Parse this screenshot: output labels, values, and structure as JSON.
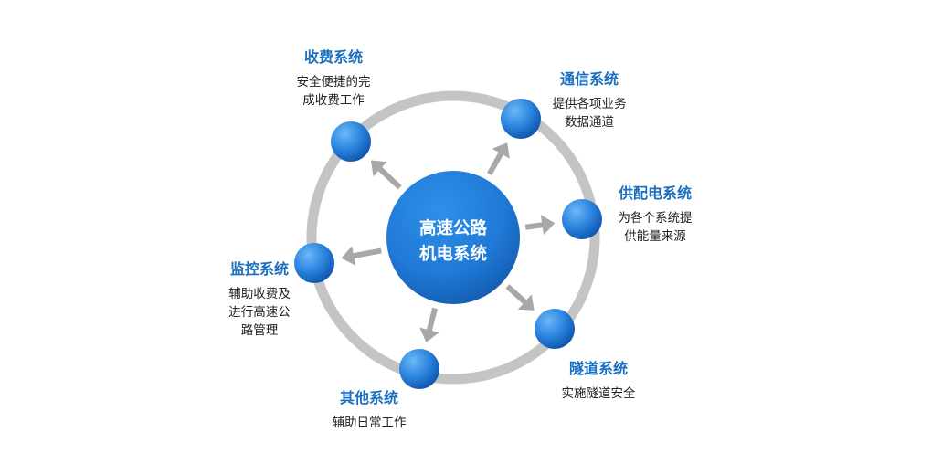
{
  "center": {
    "lines": [
      "高速公路",
      "机电系统"
    ]
  },
  "systems": [
    {
      "title": "收费系统",
      "desc": [
        "安全便捷的完",
        "成收费工作"
      ]
    },
    {
      "title": "通信系统",
      "desc": [
        "提供各项业务",
        "数据通道"
      ]
    },
    {
      "title": "供配电系统",
      "desc": [
        "为各个系统提",
        "供能量来源"
      ]
    },
    {
      "title": "隧道系统",
      "desc": [
        "实施隧道安全"
      ]
    },
    {
      "title": "其他系统",
      "desc": [
        "辅助日常工作"
      ]
    },
    {
      "title": "监控系统",
      "desc": [
        "辅助收费及",
        "进行高速公",
        "路管理"
      ]
    }
  ],
  "colors": {
    "ring": "#c4c4c4",
    "arrow": "#a8a8a8",
    "node_light": "#4fa3f0",
    "node_dark": "#0f5fbf",
    "center_light": "#3a94ea",
    "center_dark": "#1560b8",
    "title": "#1a6fc0",
    "text": "#222222"
  }
}
